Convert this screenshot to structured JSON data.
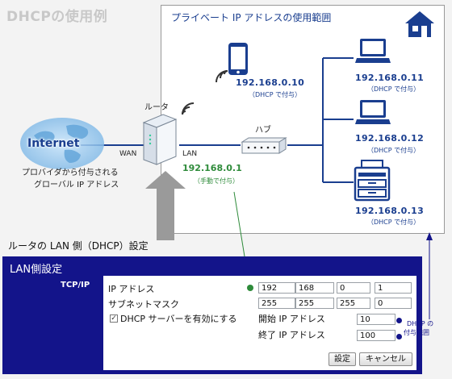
{
  "title": "DHCPの使用例",
  "private_network_label": "プライベート IP アドレスの使用範囲",
  "internet_label": "Internet",
  "provider_label_1": "プロバイダから付与される",
  "provider_label_2": "グローバル IP アドレス",
  "wan_label": "WAN",
  "router_label": "ルータ",
  "lan_label": "LAN",
  "hub_label": "ハブ",
  "router_ip": "192.168.0.1",
  "router_ip_note": "（手動で付与）",
  "devices": [
    {
      "ip": "192.168.0.10",
      "note": "（DHCP で付与）",
      "icon": "smartphone-icon"
    },
    {
      "ip": "192.168.0.11",
      "note": "（DHCP で付与）",
      "icon": "laptop-icon"
    },
    {
      "ip": "192.168.0.12",
      "note": "（DHCP で付与）",
      "icon": "laptop-icon"
    },
    {
      "ip": "192.168.0.13",
      "note": "（DHCP で付与）",
      "icon": "printer-icon"
    }
  ],
  "lan_section_title": "ルータの LAN 側（DHCP）設定",
  "panel": {
    "header": "LAN側設定",
    "tab": "TCP/IP",
    "ip_label": "IP アドレス",
    "subnet_label": "サブネットマスク",
    "dhcp_checkbox_label": "DHCP サーバーを有効にする",
    "dhcp_checked": true,
    "start_label": "開始 IP アドレス",
    "end_label": "終了 IP アドレス",
    "ip_octets": [
      "192",
      "168",
      "0",
      "1"
    ],
    "subnet_octets": [
      "255",
      "255",
      "255",
      "0"
    ],
    "start_value": "10",
    "end_value": "100",
    "save_button": "設定",
    "cancel_button": "キャンセル"
  },
  "dhcp_range_note_1": "DHCP の",
  "dhcp_range_note_2": "付与範囲",
  "colors": {
    "accent": "#1a3e8f",
    "panel": "#13148a",
    "green": "#2e8b3a"
  }
}
